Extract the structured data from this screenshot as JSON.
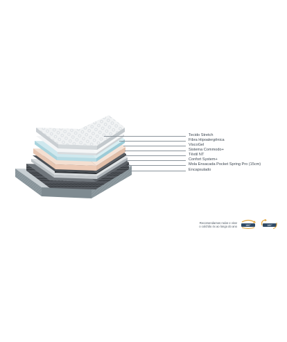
{
  "layers": [
    {
      "label": "Tecido Stretch"
    },
    {
      "label": "Fibra Hipoalergênica"
    },
    {
      "label": "ViscoGel"
    },
    {
      "label": "Sistema Commodo+"
    },
    {
      "label": "Têxtil NT"
    },
    {
      "label": "Confort System+"
    },
    {
      "label": "Mola Ensacada Pocket Spring Pro (15cm)"
    },
    {
      "label": "Encapsulado"
    }
  ],
  "rotation_note": {
    "line1": "Recomendamos rodar e virar",
    "line2": "o colchão 4x ao longo do ano"
  },
  "rotation_icons": [
    {
      "name": "rotate-180-icon",
      "label": "180°"
    },
    {
      "name": "flip-180-icon",
      "label": "180°"
    }
  ],
  "colors": {
    "label_text": "#3c4650",
    "leader": "#8a939b",
    "cover": "#eef0f1",
    "gel": "#bfe0e8",
    "pink_foam": "#ecd6c9",
    "peach_foam": "#f1d8c4",
    "base_fabric": "#8e9aa0",
    "spring_dark": "#3c3f44",
    "icon_dark": "#2f4a66",
    "icon_accent": "#e3a53a"
  }
}
